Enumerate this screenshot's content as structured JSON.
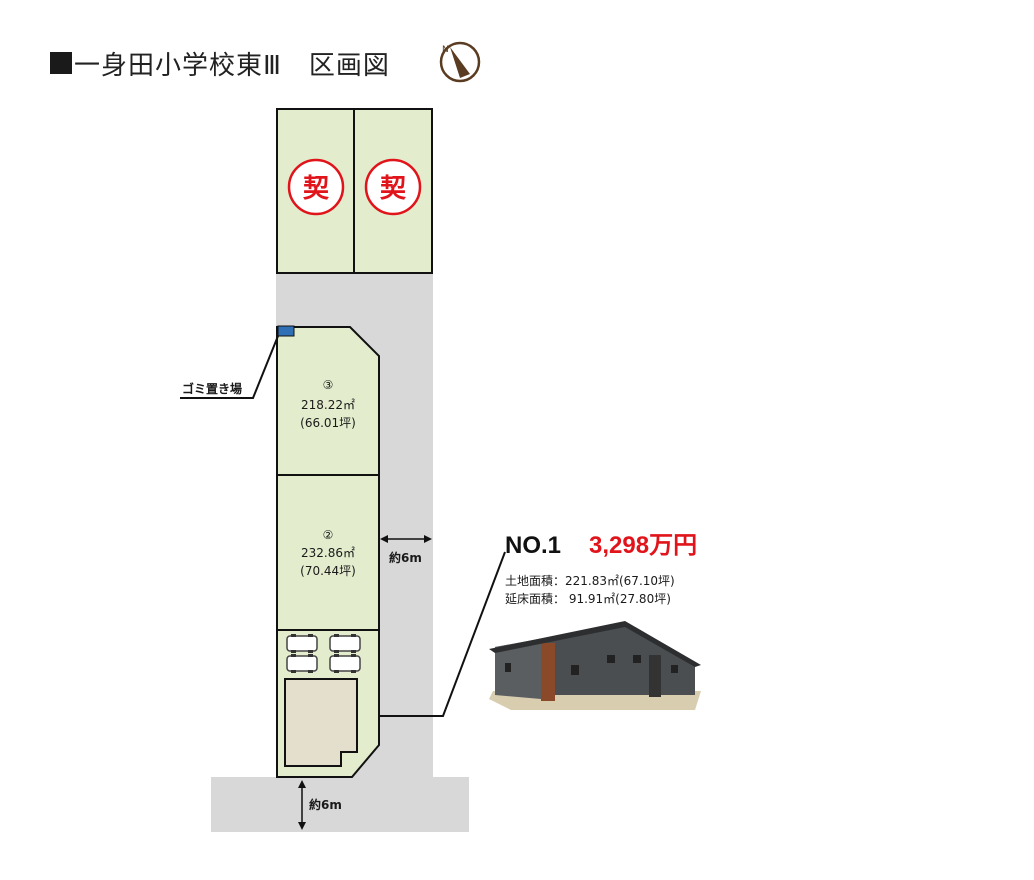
{
  "header": {
    "title": "一身田小学校東Ⅲ　区画図"
  },
  "compass": {
    "north_label": "N",
    "icon": "compass-north-icon"
  },
  "sold_lots": [
    {
      "stamp": "契"
    },
    {
      "stamp": "契"
    }
  ],
  "lots": [
    {
      "number": "③",
      "area": "218.22㎡",
      "tsubo": "(66.01坪)"
    },
    {
      "number": "②",
      "area": "232.86㎡",
      "tsubo": "(70.44坪)"
    }
  ],
  "garbage_label": "ゴミ置き場",
  "road_east_label": "約6m",
  "road_south_label": "約6m",
  "listing": {
    "number": "NO.1",
    "price": "3,298万円",
    "land_area": "土地面積：221.83㎡(67.10坪)",
    "floor_area": "延床面積：  91.91㎡(27.80坪)"
  },
  "colors": {
    "lot_fill": "#e3edcd",
    "road_fill": "#d8d8d8",
    "stamp_red": "#e0141a",
    "garbage_blue": "#2e6fb5",
    "price_red": "#e0141a"
  }
}
